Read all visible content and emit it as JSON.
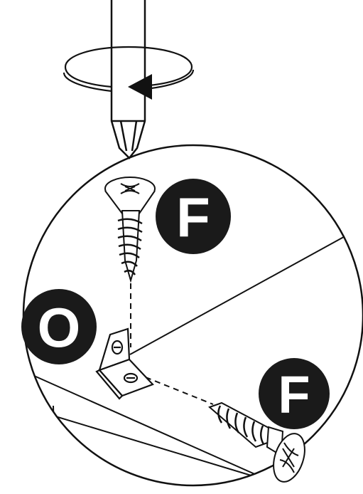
{
  "labels": {
    "part_f_top": "F",
    "part_f_bottom": "F",
    "part_o": "O"
  },
  "colors": {
    "line": "#111111",
    "badge_fill": "#1a1a1a",
    "badge_text": "#ffffff",
    "background": "#ffffff"
  },
  "icons": {
    "rotation": "clockwise-rotation-arrow-icon",
    "screwdriver": "phillips-screwdriver-icon"
  }
}
